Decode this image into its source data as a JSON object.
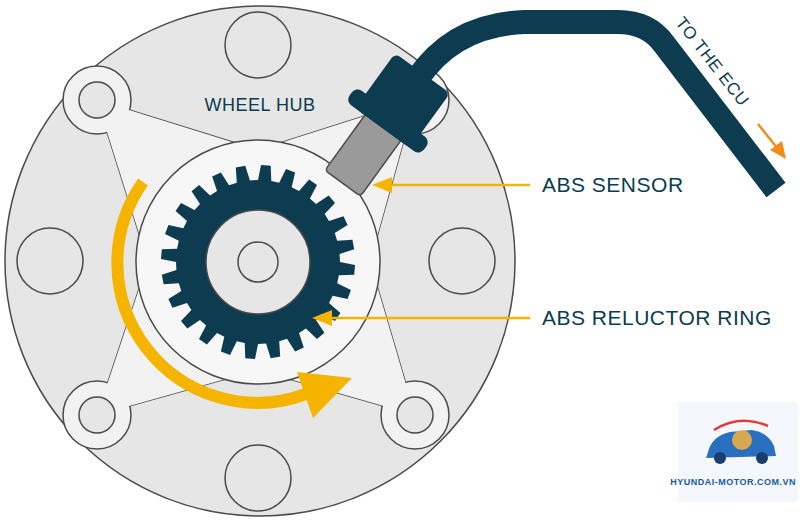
{
  "diagram": {
    "labels": [
      "WHEEL HUB",
      "TO THE ECU",
      "ABS SENSOR",
      "ABS RELUCTOR RING",
      "HYUNDAI-MOTOR.COM.VN"
    ]
  }
}
